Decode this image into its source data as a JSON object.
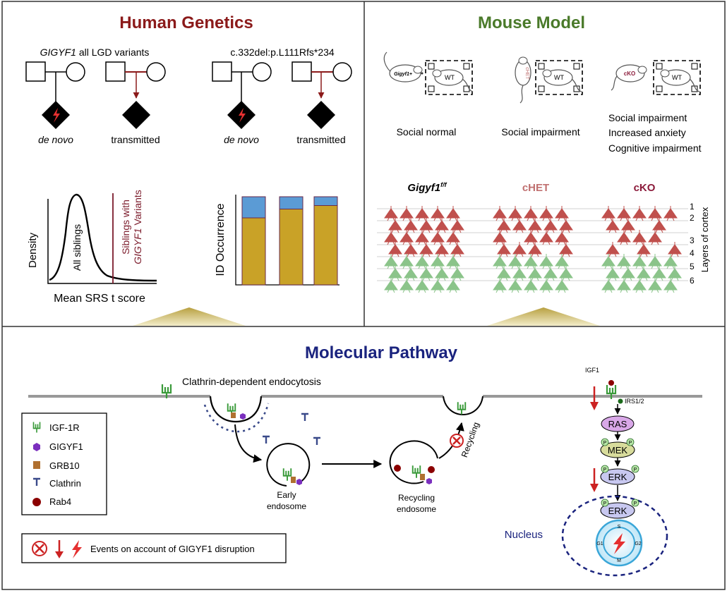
{
  "colors": {
    "human_title": "#8b1a1a",
    "mouse_title": "#4a7a2a",
    "pathway_title": "#1a237e",
    "neuron_red": "#c0504d",
    "neuron_green": "#8bc48a",
    "bar_blue": "#5b9bd5",
    "bar_gold": "#c9a227",
    "che_t": "#c07070",
    "cko": "#8b1a3a",
    "membrane": "#999999",
    "igf1r_green": "#3a9a3a",
    "gigyf1_purple": "#7b2fbe",
    "grb10_brown": "#b07030",
    "clathrin_navy": "#3a4a8a",
    "rab4_darkred": "#8b0000",
    "ras_fill": "#d9a8e8",
    "mek_fill": "#d8dc9c",
    "erk_fill": "#c8c8f0",
    "arrow_red": "#cc2222"
  },
  "human_genetics": {
    "title": "Human Genetics",
    "variant_left_gene": "GIGYF1",
    "variant_left_rest": " all LGD variants",
    "variant_right": "c.332del:p.L111Rfs*234",
    "de_novo": "de novo",
    "transmitted": "transmitted",
    "density_ylabel": "Density",
    "density_xlabel": "Mean SRS t score",
    "all_siblings": "All siblings",
    "siblings_line1": "Siblings with",
    "siblings_line2_gene": "GIGYF1",
    "siblings_line2_rest": " Variants",
    "id_ylabel": "ID Occurrence",
    "id_bars": [
      {
        "gold_fraction": 0.76
      },
      {
        "gold_fraction": 0.86
      },
      {
        "gold_fraction": 0.9
      }
    ]
  },
  "mouse_model": {
    "title": "Mouse Model",
    "mice": [
      {
        "tag": "Gigyf1+",
        "partner": "WT",
        "phenotypes": [
          "Social normal"
        ]
      },
      {
        "tag": "cHET",
        "partner": "WT",
        "phenotypes": [
          "Social impairment"
        ]
      },
      {
        "tag": "cKO",
        "partner": "WT",
        "phenotypes": [
          "Social impairment",
          "Increased anxiety",
          "Cognitive impairment"
        ]
      }
    ],
    "genotype_labels": {
      "gigyf1_base": "Gigyf1",
      "gigyf1_sup": "f/f",
      "chet": "cHET",
      "cko": "cKO"
    },
    "layer_numbers": [
      "1",
      "2",
      "3",
      "4",
      "5",
      "6"
    ],
    "layers_label": "Layers of cortex"
  },
  "pathway": {
    "title": "Molecular Pathway",
    "clathrin_label": "Clathrin-dependent endocytosis",
    "early_endosome": [
      "Early",
      "endosome"
    ],
    "recycling_endosome": [
      "Recycling",
      "endosome"
    ],
    "recycling": "Recycling",
    "legend": [
      {
        "icon": "igf1r",
        "label": "IGF-1R"
      },
      {
        "icon": "gigyf1",
        "label": "GIGYF1"
      },
      {
        "icon": "grb10",
        "label": "GRB10"
      },
      {
        "icon": "clathrin",
        "label": "Clathrin"
      },
      {
        "icon": "rab4",
        "label": "Rab4"
      }
    ],
    "events_label": "Events on account of GIGYF1 disruption",
    "igf1": "IGF1",
    "irs": "IRS1/2",
    "ras": "RAS",
    "mek": "MEK",
    "erk": "ERK",
    "erk_nuclear": "ERK",
    "p": "P",
    "nucleus": "Nucleus",
    "cycle": {
      "s": "S",
      "g1": "G1",
      "g2": "G2",
      "m": "M"
    }
  }
}
